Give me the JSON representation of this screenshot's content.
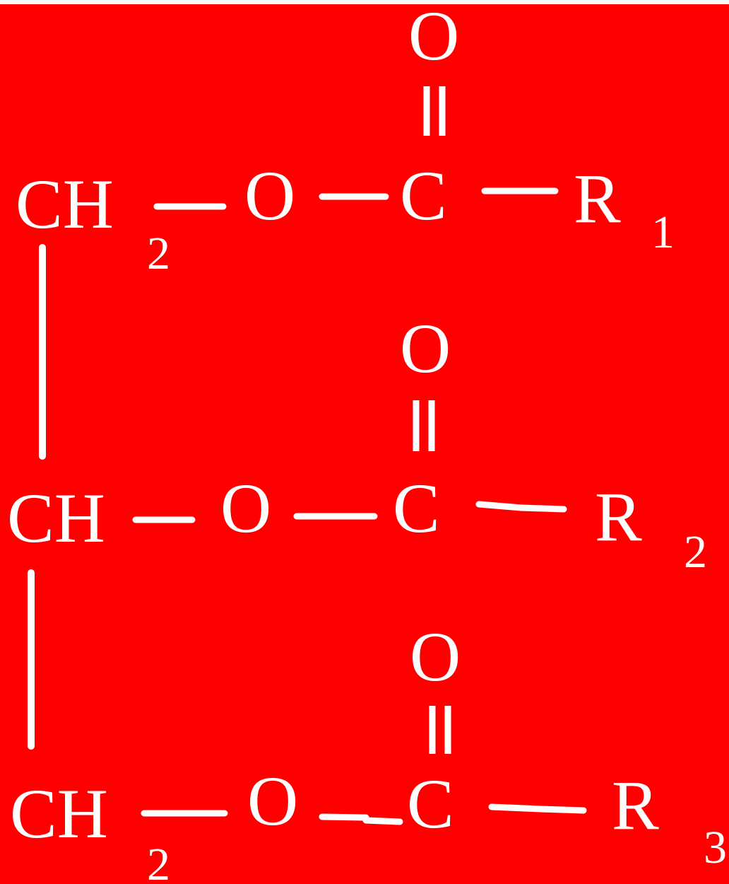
{
  "colors": {
    "background": "#ff0000",
    "foreground": "#ffffff"
  },
  "structure": {
    "rows": [
      {
        "carbon": "CH",
        "carbon_sub": "2",
        "ester_o": "O",
        "carbonyl_c": "C",
        "carbonyl_o": "O",
        "r_group": "R",
        "r_sub": "1"
      },
      {
        "carbon": "CH",
        "carbon_sub": "",
        "ester_o": "O",
        "carbonyl_c": "C",
        "carbonyl_o": "O",
        "r_group": "R",
        "r_sub": "2"
      },
      {
        "carbon": "CH",
        "carbon_sub": "2",
        "ester_o": "O",
        "carbonyl_c": "C",
        "carbonyl_o": "O",
        "r_group": "R",
        "r_sub": "3"
      }
    ]
  }
}
